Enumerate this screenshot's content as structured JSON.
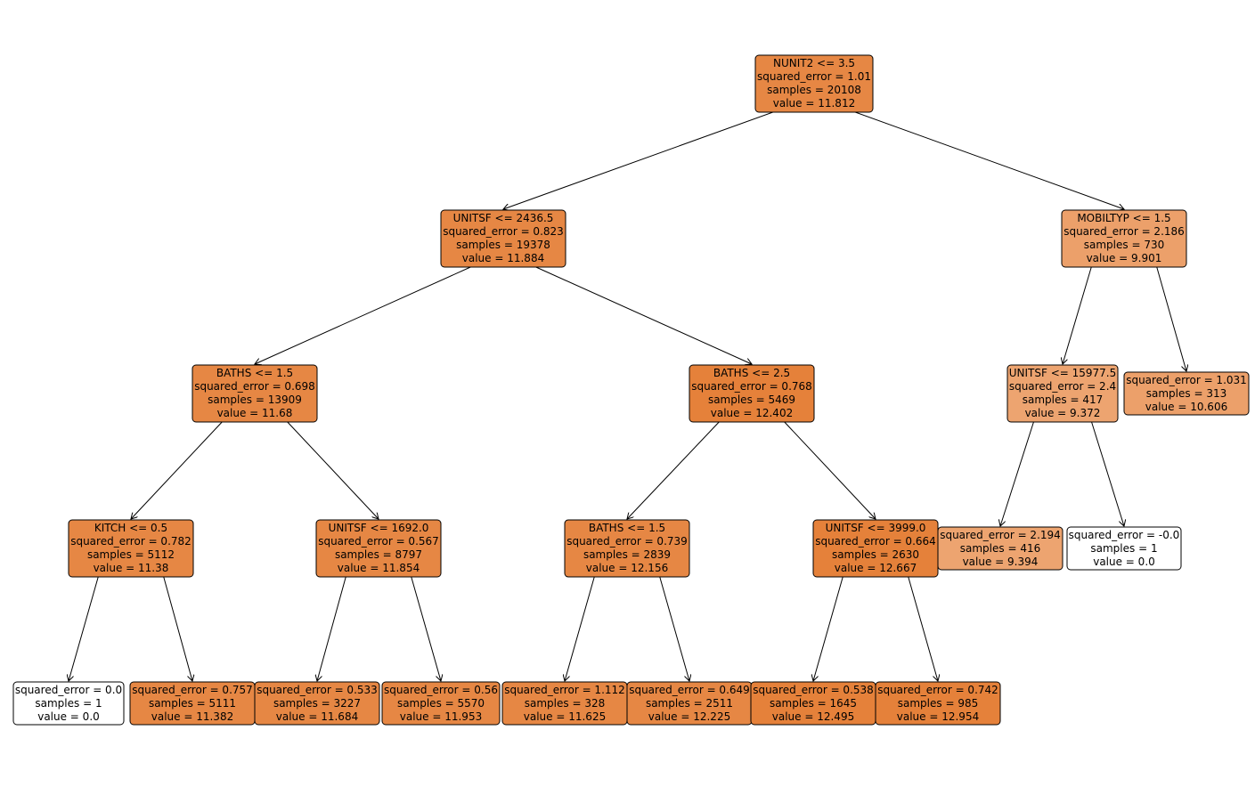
{
  "colors": {
    "dark": "#e5813a",
    "mid": "#e68744",
    "light": "#eca06a",
    "lighter": "#eda470",
    "white": "#ffffff"
  },
  "nodes": [
    {
      "id": "root",
      "lines": [
        "NUNIT2 <= 3.5",
        "squared_error = 1.01",
        "samples = 20108",
        "value = 11.812"
      ],
      "fill": "mid"
    },
    {
      "id": "n1",
      "lines": [
        "UNITSF <= 2436.5",
        "squared_error = 0.823",
        "samples = 19378",
        "value = 11.884"
      ],
      "fill": "mid"
    },
    {
      "id": "n2",
      "lines": [
        "MOBILTYP <= 1.5",
        "squared_error = 2.186",
        "samples = 730",
        "value = 9.901"
      ],
      "fill": "light"
    },
    {
      "id": "n3",
      "lines": [
        "BATHS <= 1.5",
        "squared_error = 0.698",
        "samples = 13909",
        "value = 11.68"
      ],
      "fill": "mid"
    },
    {
      "id": "n4",
      "lines": [
        "BATHS <= 2.5",
        "squared_error = 0.768",
        "samples = 5469",
        "value = 12.402"
      ],
      "fill": "dark"
    },
    {
      "id": "n5",
      "lines": [
        "UNITSF <= 15977.5",
        "squared_error = 2.4",
        "samples = 417",
        "value = 9.372"
      ],
      "fill": "lighter"
    },
    {
      "id": "n6",
      "lines": [
        "squared_error = 1.031",
        "samples = 313",
        "value = 10.606"
      ],
      "fill": "light"
    },
    {
      "id": "n7",
      "lines": [
        "KITCH <= 0.5",
        "squared_error = 0.782",
        "samples = 5112",
        "value = 11.38"
      ],
      "fill": "mid"
    },
    {
      "id": "n8",
      "lines": [
        "UNITSF <= 1692.0",
        "squared_error = 0.567",
        "samples = 8797",
        "value = 11.854"
      ],
      "fill": "mid"
    },
    {
      "id": "n9",
      "lines": [
        "BATHS <= 1.5",
        "squared_error = 0.739",
        "samples = 2839",
        "value = 12.156"
      ],
      "fill": "mid"
    },
    {
      "id": "n10",
      "lines": [
        "UNITSF <= 3999.0",
        "squared_error = 0.664",
        "samples = 2630",
        "value = 12.667"
      ],
      "fill": "dark"
    },
    {
      "id": "n11",
      "lines": [
        "squared_error = 2.194",
        "samples = 416",
        "value = 9.394"
      ],
      "fill": "lighter"
    },
    {
      "id": "n12",
      "lines": [
        "squared_error = -0.0",
        "samples = 1",
        "value = 0.0"
      ],
      "fill": "white"
    },
    {
      "id": "n13",
      "lines": [
        "squared_error = 0.0",
        "samples = 1",
        "value = 0.0"
      ],
      "fill": "white"
    },
    {
      "id": "n14",
      "lines": [
        "squared_error = 0.757",
        "samples = 5111",
        "value = 11.382"
      ],
      "fill": "mid"
    },
    {
      "id": "n15",
      "lines": [
        "squared_error = 0.533",
        "samples = 3227",
        "value = 11.684"
      ],
      "fill": "mid"
    },
    {
      "id": "n16",
      "lines": [
        "squared_error = 0.56",
        "samples = 5570",
        "value = 11.953"
      ],
      "fill": "mid"
    },
    {
      "id": "n17",
      "lines": [
        "squared_error = 1.112",
        "samples = 328",
        "value = 11.625"
      ],
      "fill": "mid"
    },
    {
      "id": "n18",
      "lines": [
        "squared_error = 0.649",
        "samples = 2511",
        "value = 12.225"
      ],
      "fill": "mid"
    },
    {
      "id": "n19",
      "lines": [
        "squared_error = 0.538",
        "samples = 1645",
        "value = 12.495"
      ],
      "fill": "dark"
    },
    {
      "id": "n20",
      "lines": [
        "squared_error = 0.742",
        "samples = 985",
        "value = 12.954"
      ],
      "fill": "dark"
    }
  ],
  "edges": [
    [
      "root",
      "n1"
    ],
    [
      "root",
      "n2"
    ],
    [
      "n1",
      "n3"
    ],
    [
      "n1",
      "n4"
    ],
    [
      "n2",
      "n5"
    ],
    [
      "n2",
      "n6"
    ],
    [
      "n3",
      "n7"
    ],
    [
      "n3",
      "n8"
    ],
    [
      "n4",
      "n9"
    ],
    [
      "n4",
      "n10"
    ],
    [
      "n5",
      "n11"
    ],
    [
      "n5",
      "n12"
    ],
    [
      "n7",
      "n13"
    ],
    [
      "n7",
      "n14"
    ],
    [
      "n8",
      "n15"
    ],
    [
      "n8",
      "n16"
    ],
    [
      "n9",
      "n17"
    ],
    [
      "n9",
      "n18"
    ],
    [
      "n10",
      "n19"
    ],
    [
      "n10",
      "n20"
    ]
  ]
}
